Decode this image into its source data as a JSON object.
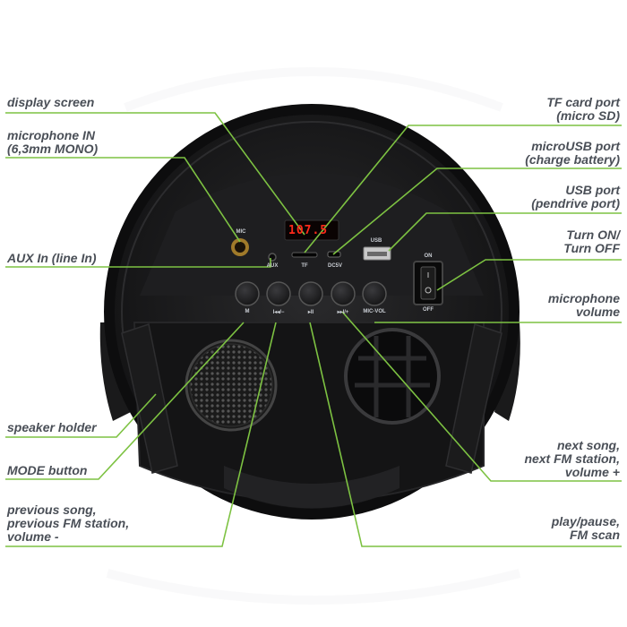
{
  "labels": {
    "display_screen": "display screen",
    "microphone_in_1": "microphone IN",
    "microphone_in_2": "(6,3mm MONO)",
    "aux_in": "AUX In (line In)",
    "speaker_holder": "speaker holder",
    "mode_button": "MODE button",
    "prev_1": "previous song,",
    "prev_2": "previous FM station,",
    "prev_3": "volume -",
    "tf_1": "TF card port",
    "tf_2": "(micro SD)",
    "microusb_1": "microUSB port",
    "microusb_2": "(charge battery)",
    "usb_1": "USB port",
    "usb_2": "(pendrive port)",
    "power_1": "Turn ON/",
    "power_2": "Turn OFF",
    "micvol_1": "microphone",
    "micvol_2": "volume",
    "next_1": "next song,",
    "next_2": "next FM station,",
    "next_3": "volume +",
    "play_1": "play/pause,",
    "play_2": "FM scan"
  },
  "panel": {
    "mic": "MIC",
    "aux": "AUX",
    "tf": "TF",
    "dc5v": "DC5V",
    "usb": "USB",
    "on": "ON",
    "off": "OFF",
    "display_value": "107.5",
    "buttons": [
      "M",
      "I◂◂/−",
      "▸II",
      "▸▸I/+",
      "MIC-VOL"
    ]
  },
  "colors": {
    "leader_line": "#7dc242",
    "label_text": "#4a4f57",
    "display_digits": "#ff2a1a"
  }
}
